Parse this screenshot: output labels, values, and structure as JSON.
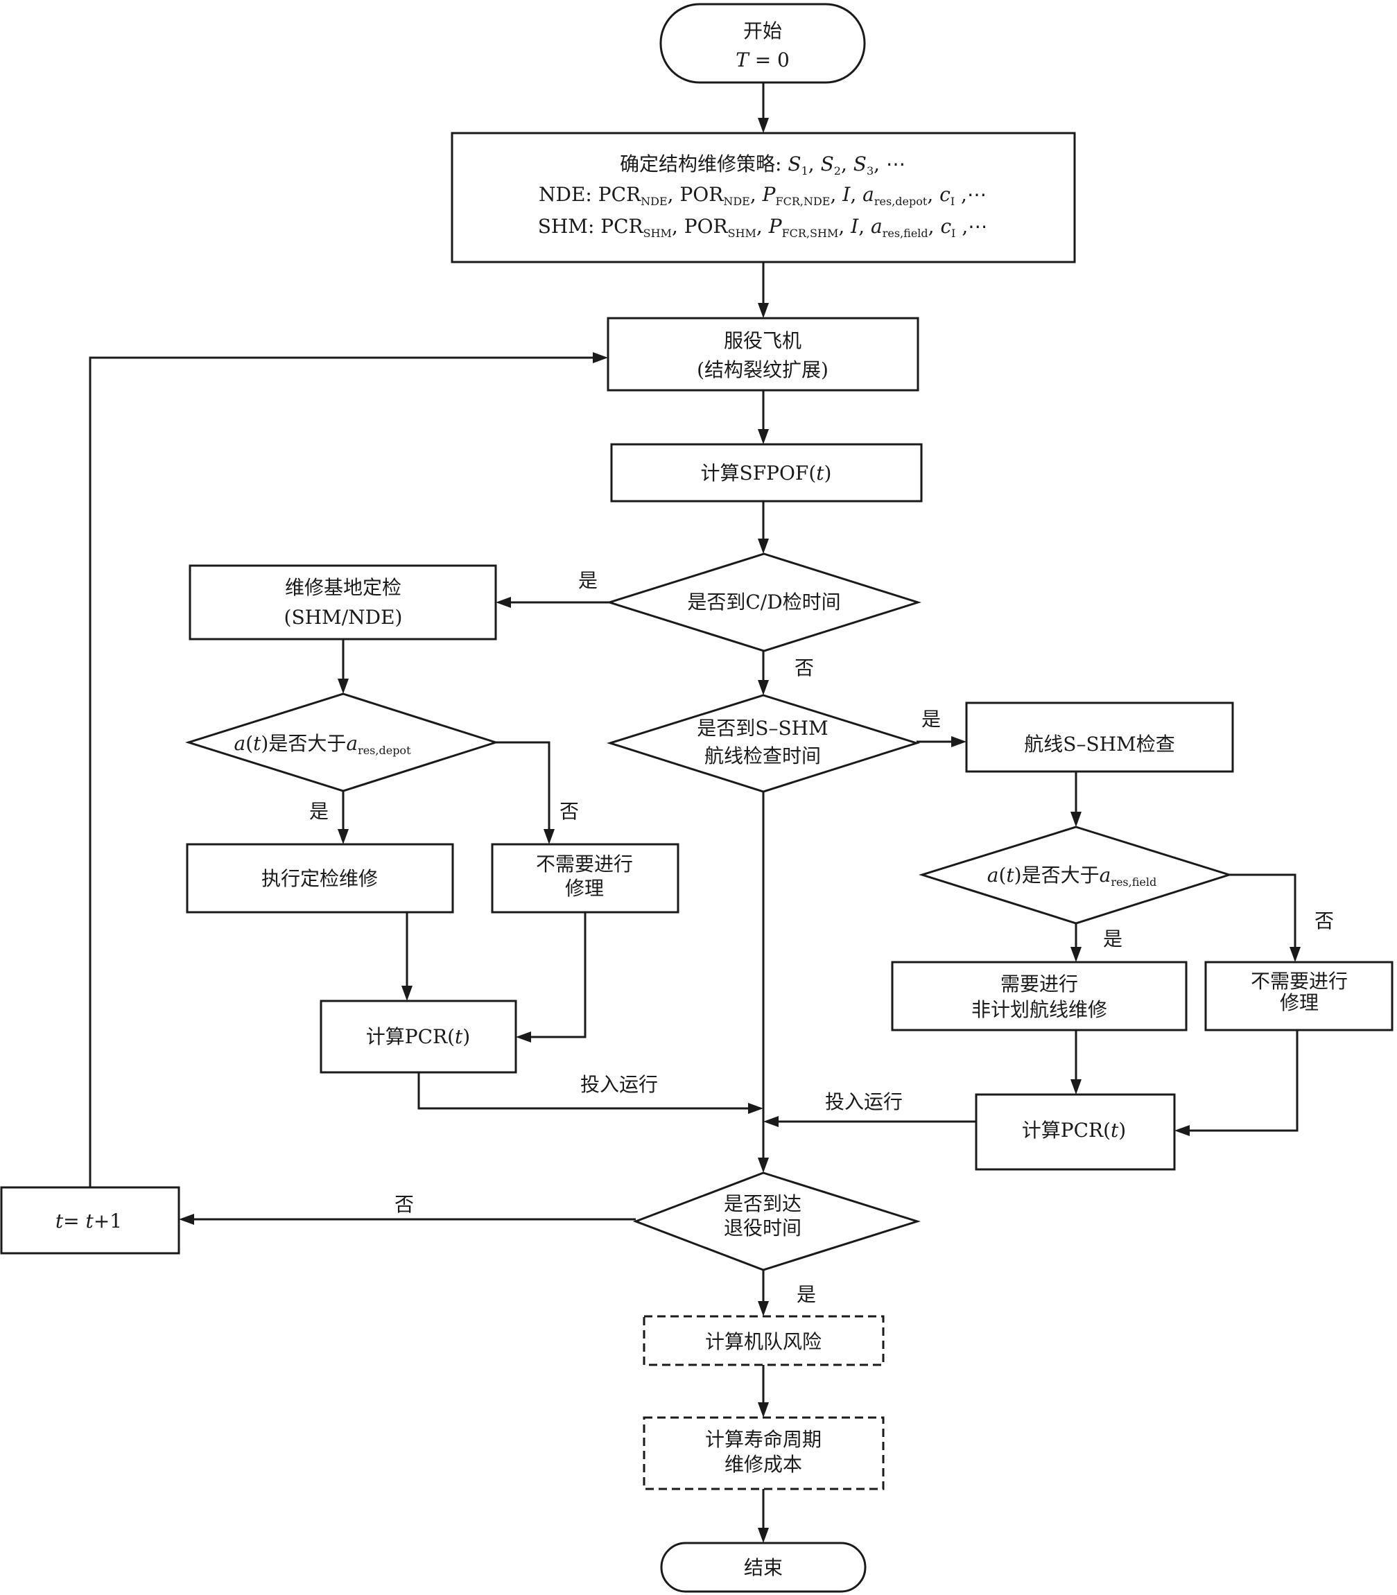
{
  "nodes": {
    "start": {
      "line1": "开始",
      "line2": {
        "var": "T",
        "eq": " = 0"
      }
    },
    "strategy": {
      "line1": {
        "label": "确定结构维修策略: ",
        "s": "S",
        "i1": "1",
        "i2": "2",
        "i3": "3",
        "ellipsis": "⋯"
      },
      "nde": {
        "prefix": "NDE: PCR",
        "pcr_sub": "NDE",
        "por": ", POR",
        "por_sub": "NDE",
        "p": "P",
        "p_sub": "FCR,NDE",
        "i": "I",
        "a": "a",
        "a_sub": "res,depot",
        "c": "c",
        "c_sub": "I",
        "ellipsis": " ,⋯"
      },
      "shm": {
        "prefix": "SHM: PCR",
        "pcr_sub": "SHM",
        "por": ", POR",
        "por_sub": "SHM",
        "p": "P",
        "p_sub": "FCR,SHM",
        "i": "I",
        "a": "a",
        "a_sub": "res,field",
        "c": "c",
        "c_sub": "I",
        "ellipsis": " ,⋯"
      }
    },
    "service": {
      "line1": "服役飞机",
      "line2": "(结构裂纹扩展)"
    },
    "sfpof": {
      "text": "计算SFPOF(",
      "var": "t",
      "close": ")"
    },
    "cd_check": {
      "text": "是否到C/D检时间"
    },
    "depot": {
      "line1": "维修基地定检",
      "line2": "(SHM/NDE)"
    },
    "depot_decision": {
      "a": "a",
      "t": "t",
      "mid": "是否大于",
      "a2": "a",
      "sub": "res,depot"
    },
    "depot_repair": {
      "text": "执行定检维修"
    },
    "depot_norepair": {
      "line1": "不需要进行",
      "line2": "修理"
    },
    "pcr_left": {
      "text": "计算PCR(",
      "var": "t",
      "close": ")"
    },
    "sshm_check": {
      "line1": "是否到S–SHM",
      "line2": "航线检查时间"
    },
    "sshm": {
      "text": "航线S–SHM检查"
    },
    "field_decision": {
      "a": "a",
      "t": "t",
      "mid": "是否大于",
      "a2": "a",
      "sub": "res,field"
    },
    "field_repair": {
      "line1": "需要进行",
      "line2": "非计划航线维修"
    },
    "field_norepair": {
      "line1": "不需要进行",
      "line2": "修理"
    },
    "pcr_right": {
      "text": "计算PCR(",
      "var": "t",
      "close": ")"
    },
    "retire": {
      "line1": "是否到达",
      "line2": "退役时间"
    },
    "increment": {
      "t1": "t",
      "eq": "= ",
      "t2": "t",
      "plus": "+1"
    },
    "fleet_risk": {
      "text": "计算机队风险"
    },
    "lcc": {
      "line1": "计算寿命周期",
      "line2": "维修成本"
    },
    "end": {
      "text": "结束"
    }
  },
  "labels": {
    "yes_cd": "是",
    "no_cd": "否",
    "yes_sshm": "是",
    "yes_depot": "是",
    "no_depot": "否",
    "yes_field": "是",
    "no_field": "否",
    "in_service_left": "投入运行",
    "in_service_right": "投入运行",
    "no_retire": "否",
    "yes_retire": "是"
  }
}
